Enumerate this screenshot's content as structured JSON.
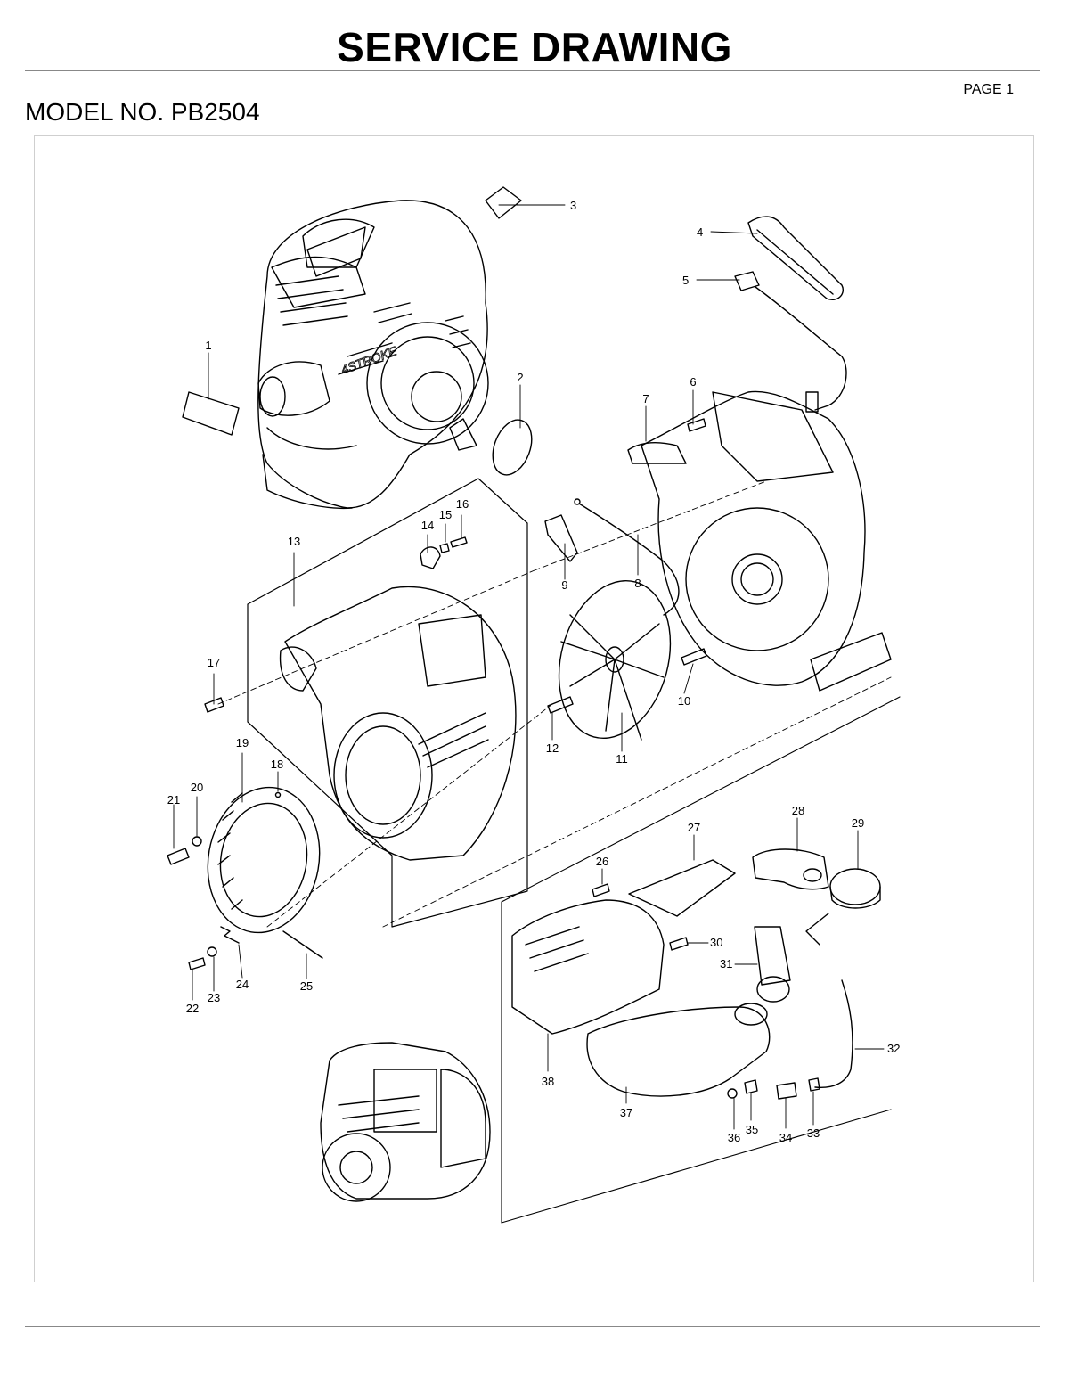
{
  "header": {
    "title": "SERVICE DRAWING",
    "page_label": "PAGE 1",
    "model_label": "MODEL NO. PB2504"
  },
  "diagram": {
    "callouts": [
      "1",
      "2",
      "3",
      "4",
      "5",
      "6",
      "7",
      "8",
      "9",
      "10",
      "11",
      "12",
      "13",
      "14",
      "15",
      "16",
      "17",
      "18",
      "19",
      "20",
      "21",
      "22",
      "23",
      "24",
      "25",
      "26",
      "27",
      "28",
      "29",
      "30",
      "31",
      "32",
      "33",
      "34",
      "35",
      "36",
      "37",
      "38"
    ],
    "housing_logo_text": "4STROKE"
  }
}
